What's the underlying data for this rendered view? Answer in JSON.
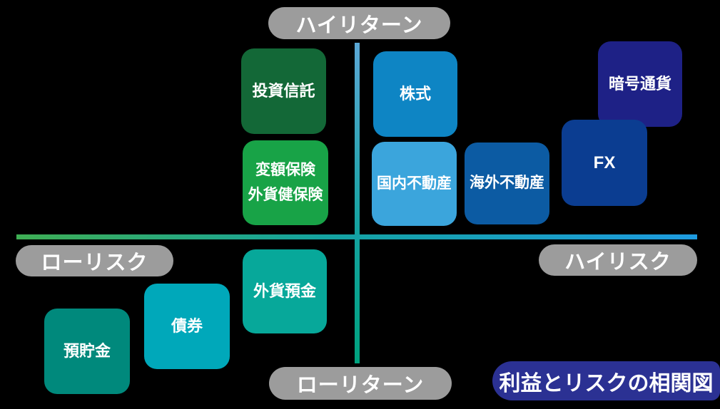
{
  "title": "利益とリスクの相関図",
  "quadrant_labels": {
    "top": "ハイリターン",
    "bottom": "ローリターン",
    "left": "ローリスク",
    "right": "ハイリスク"
  },
  "colors": {
    "background": "#000000",
    "pill_bg": "#9c9c9c",
    "title_bg": "#2b3193",
    "axis_top": "#5ba7d6",
    "axis_bottom": "#00a37f",
    "axis_left": "#3fae54",
    "axis_right": "#1e9be0",
    "axis_mid": "#14a3a0",
    "text": "#ffffff"
  },
  "boxes": [
    {
      "label": "投資信託",
      "color": "#136837",
      "quadrant": "high-return-low-risk"
    },
    {
      "label": "株式",
      "color": "#0e85c4",
      "quadrant": "high-return-high-risk"
    },
    {
      "label": "暗号通貨",
      "color": "#1e2186",
      "quadrant": "high-return-high-risk"
    },
    {
      "label": "FX",
      "color": "#0b3d91",
      "quadrant": "high-return-high-risk"
    },
    {
      "line1": "変額保険",
      "line2": "外貨健保険",
      "color": "#18a347",
      "quadrant": "high-return-low-risk"
    },
    {
      "label": "国内不動産",
      "color": "#3ba5dc",
      "quadrant": "high-return-high-risk"
    },
    {
      "label": "海外不動産",
      "color": "#0c5ba3",
      "quadrant": "high-return-high-risk"
    },
    {
      "label": "外貨預金",
      "color": "#07a89a",
      "quadrant": "low-return-low-risk"
    },
    {
      "label": "債券",
      "color": "#00a8ba",
      "quadrant": "low-return-low-risk"
    },
    {
      "label": "預貯金",
      "color": "#00897c",
      "quadrant": "low-return-low-risk"
    }
  ]
}
